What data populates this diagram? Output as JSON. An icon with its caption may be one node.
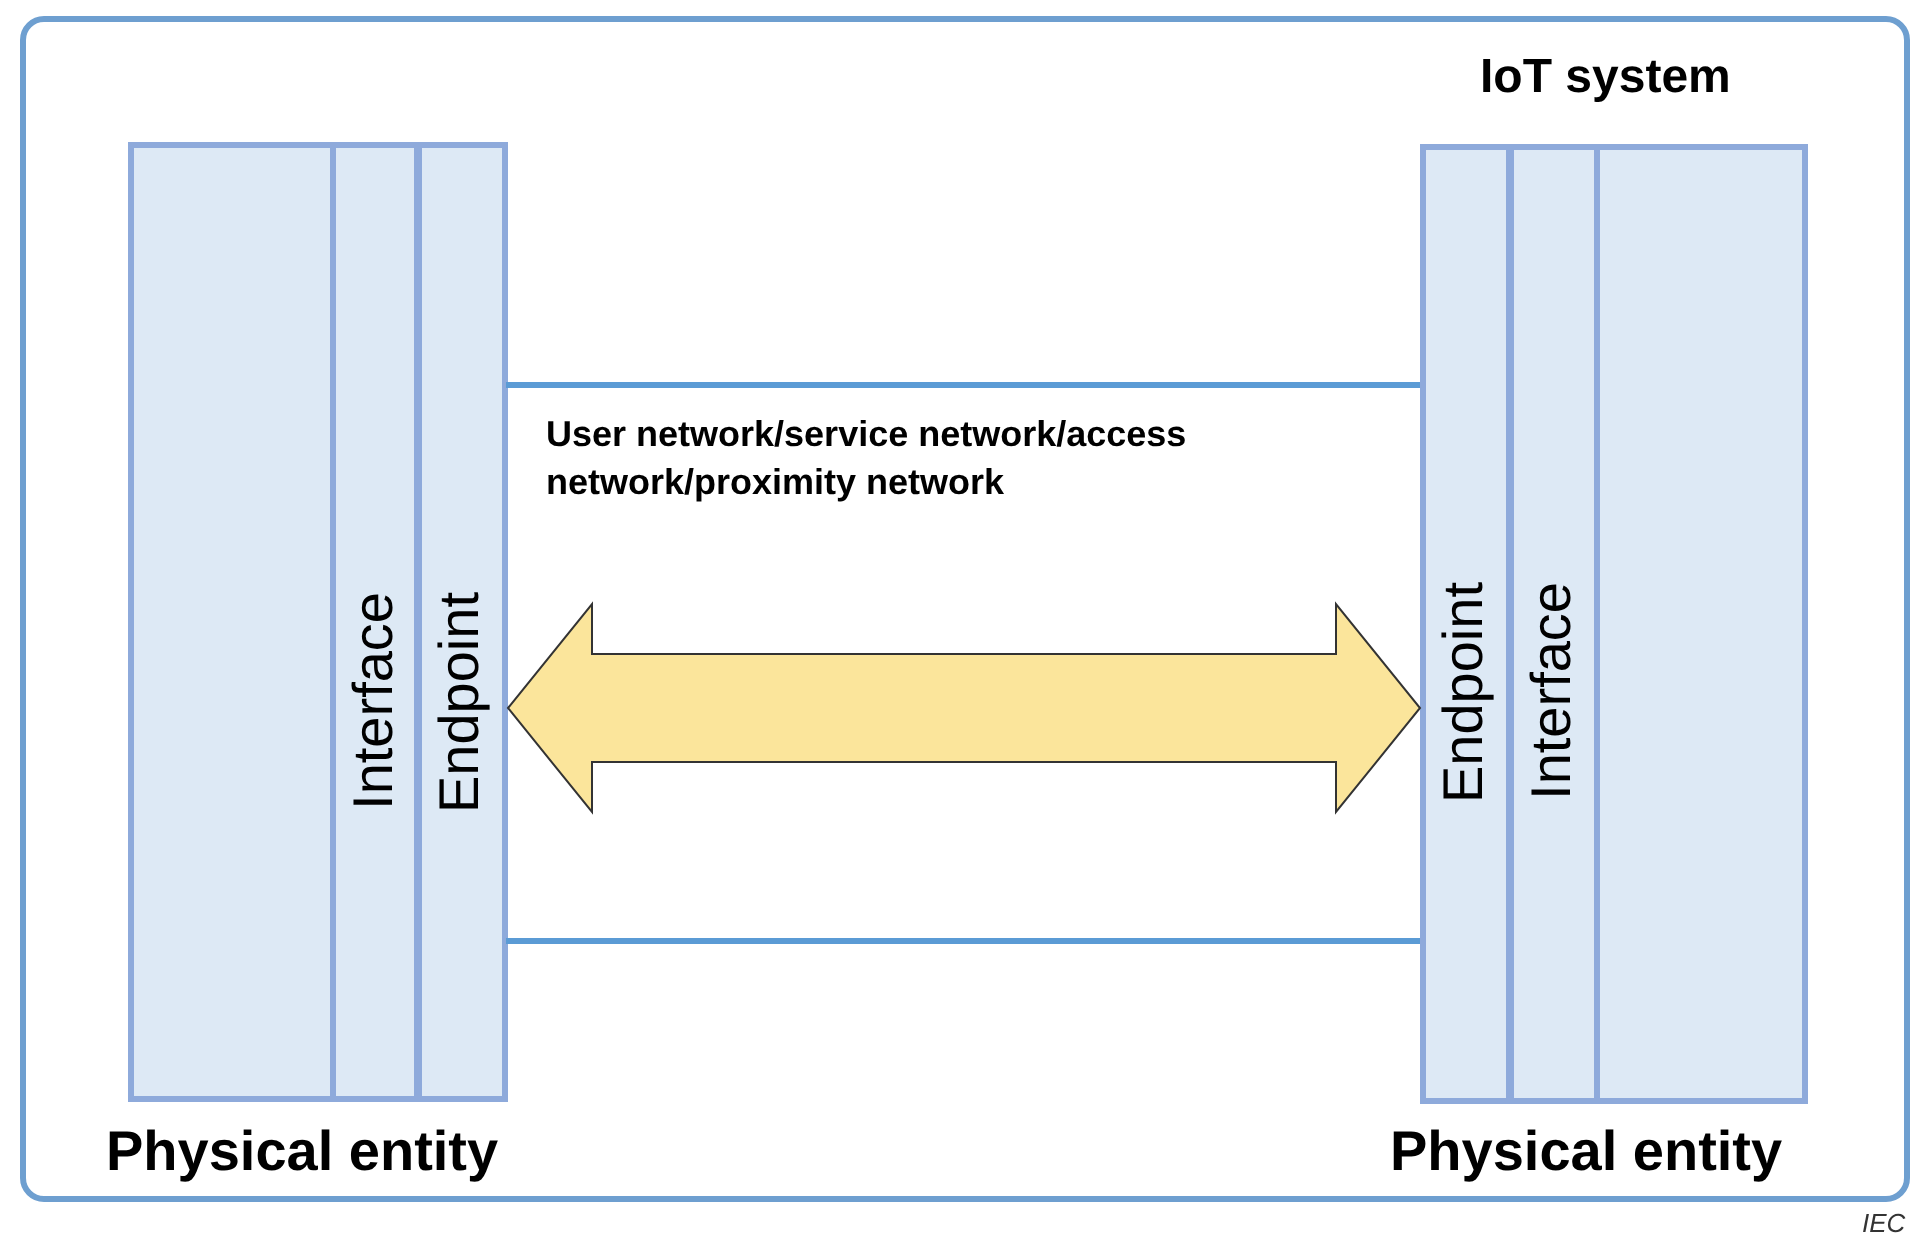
{
  "diagram": {
    "nodes": [
      {
        "text": [
          "IoT system"
        ]
      },
      {
        "text": [
          "Physical entity"
        ],
        "in": 0
      },
      {
        "text": [
          "Interface"
        ],
        "in": 1
      },
      {
        "text": [
          "Endpoint"
        ],
        "in": 1
      },
      {
        "text": [
          "User network/service network/access network/proximity network"
        ],
        "in": 0
      },
      {
        "text": [
          "Physical entity"
        ],
        "in": 0
      },
      {
        "text": [
          "Endpoint"
        ],
        "in": 5
      },
      {
        "text": [
          "Interface"
        ],
        "in": 5
      }
    ],
    "edges": [
      {
        "from": 3,
        "to": 6,
        "arrow": "both",
        "style": "thick",
        "color": "#fbe59b"
      }
    ],
    "labels": [
      "IEC"
    ]
  }
}
